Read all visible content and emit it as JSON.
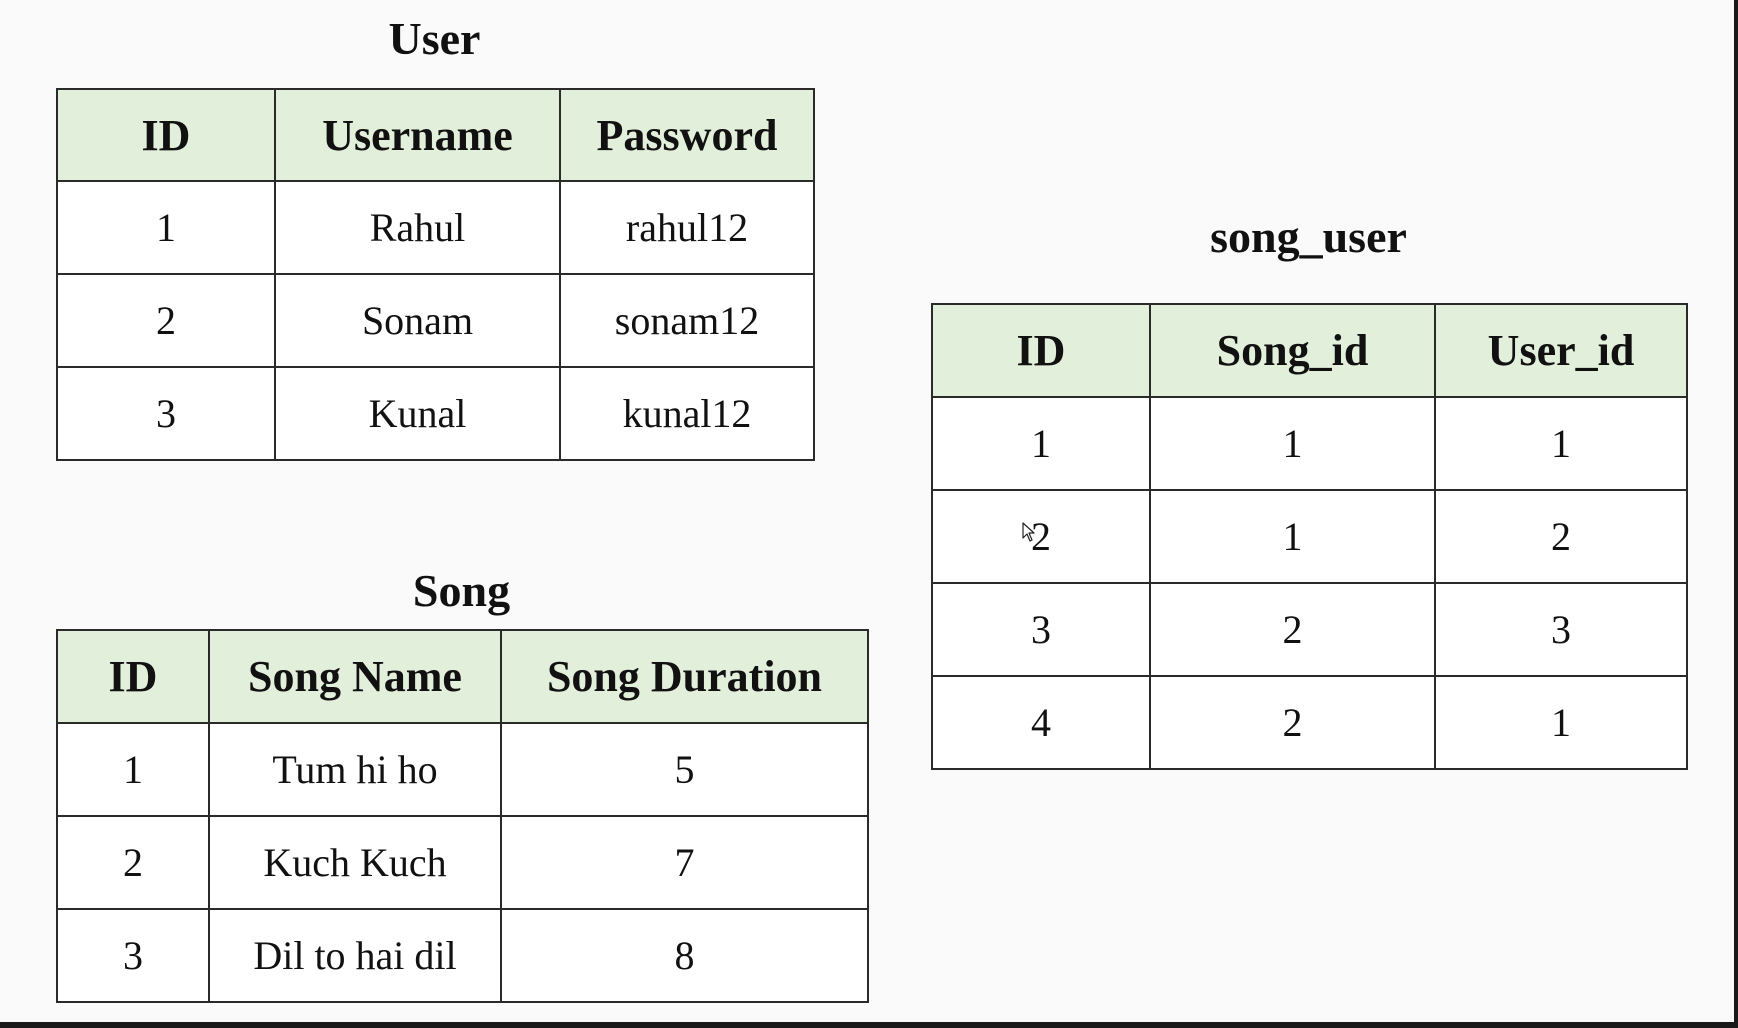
{
  "user_table": {
    "title": "User",
    "headers": [
      "ID",
      "Username",
      "Password"
    ],
    "rows": [
      [
        "1",
        "Rahul",
        "rahul12"
      ],
      [
        "2",
        "Sonam",
        "sonam12"
      ],
      [
        "3",
        "Kunal",
        "kunal12"
      ]
    ]
  },
  "song_table": {
    "title": "Song",
    "headers": [
      "ID",
      "Song Name",
      "Song Duration"
    ],
    "rows": [
      [
        "1",
        "Tum hi ho",
        "5"
      ],
      [
        "2",
        "Kuch Kuch",
        "7"
      ],
      [
        "3",
        "Dil to hai dil",
        "8"
      ]
    ]
  },
  "song_user_table": {
    "title": "song_user",
    "headers": [
      "ID",
      "Song_id",
      "User_id"
    ],
    "rows": [
      [
        "1",
        "1",
        "1"
      ],
      [
        "2",
        "1",
        "2"
      ],
      [
        "3",
        "2",
        "3"
      ],
      [
        "4",
        "2",
        "1"
      ]
    ]
  },
  "colors": {
    "header_bg": "#e2efda",
    "border": "#2a2a2a",
    "background": "#fafafa"
  },
  "icons": {
    "cursor": "mouse-pointer-icon"
  }
}
